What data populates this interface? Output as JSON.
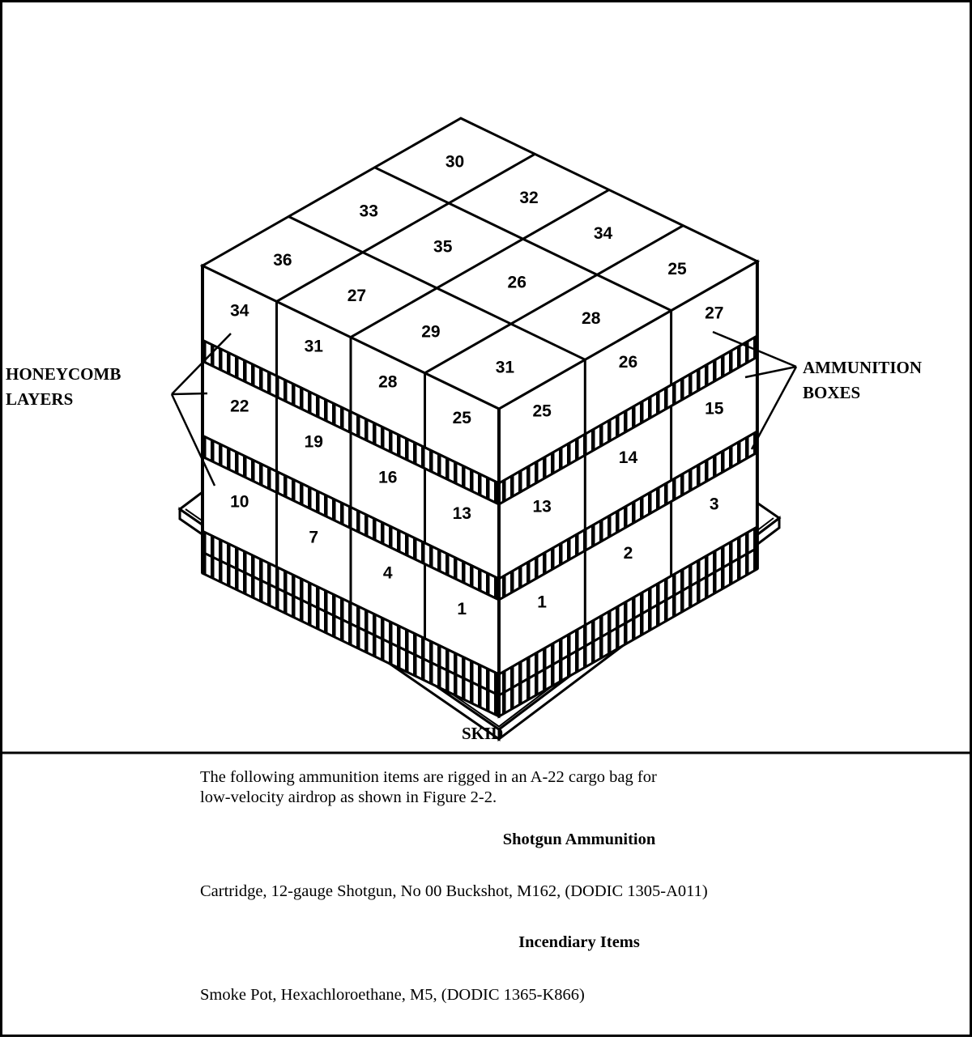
{
  "figure": {
    "labels": {
      "honeycomb": [
        "HONEYCOMB",
        "LAYERS"
      ],
      "ammunition": [
        "AMMUNITION",
        "BOXES"
      ],
      "skid": "SKID"
    },
    "box_numbers": {
      "top": [
        "36",
        "33",
        "30",
        "27",
        "35",
        "32",
        "29",
        "26",
        "34",
        "31",
        "28",
        "25"
      ],
      "left_face": [
        [
          "34",
          "31",
          "28",
          "25"
        ],
        [
          "22",
          "19",
          "16",
          "13"
        ],
        [
          "10",
          "7",
          "4",
          "1"
        ]
      ],
      "right_face": [
        [
          "25",
          "26",
          "27"
        ],
        [
          "13",
          "14",
          "15"
        ],
        [
          "1",
          "2",
          "3"
        ]
      ]
    }
  },
  "text": {
    "intro": [
      "The following ammunition items are rigged in an A-22 cargo bag for",
      "low-velocity airdrop as shown in Figure 2-2."
    ],
    "section1_title": "Shotgun Ammunition",
    "section1_item": "Cartridge, 12-gauge Shotgun, No 00 Buckshot, M162, (DODIC 1305-A011)",
    "section2_title": "Incendiary Items",
    "section2_item": "Smoke Pot, Hexachloroethane, M5, (DODIC 1365-K866)"
  }
}
